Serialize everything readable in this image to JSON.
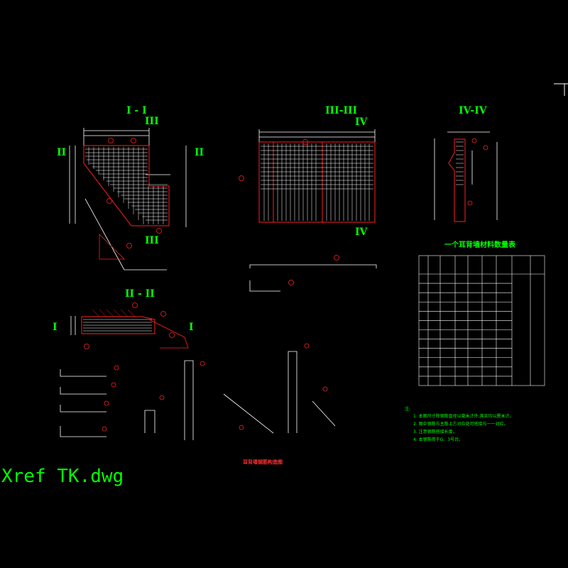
{
  "xref_label": "Xref TK.dwg",
  "sections": {
    "s1": "I - I",
    "s2": "II - II",
    "s3": "III-III",
    "s4": "IV-IV"
  },
  "markers": {
    "roman_1": "I",
    "roman_2": "II",
    "roman_3": "III",
    "roman_4": "IV"
  },
  "table": {
    "title": "一个耳背墙材料数量表",
    "rows": 12
  },
  "notes": {
    "heading": "注:",
    "lines": [
      "1. 本图尺寸除钢筋直径以毫米计外,其余均以厘米计。",
      "2. 图中钢筋与主筋上方对应处可搭接与一一对应。",
      "3. 注意钢筋搭接长度。",
      "4. 本钢筋用于G、3号台。"
    ]
  },
  "caption": "耳背墙钢筋构造图",
  "colors": {
    "background": "#000000",
    "green": "#00ff00",
    "red": "#ff0000",
    "white": "#ffffff",
    "blue": "#3366ff"
  }
}
